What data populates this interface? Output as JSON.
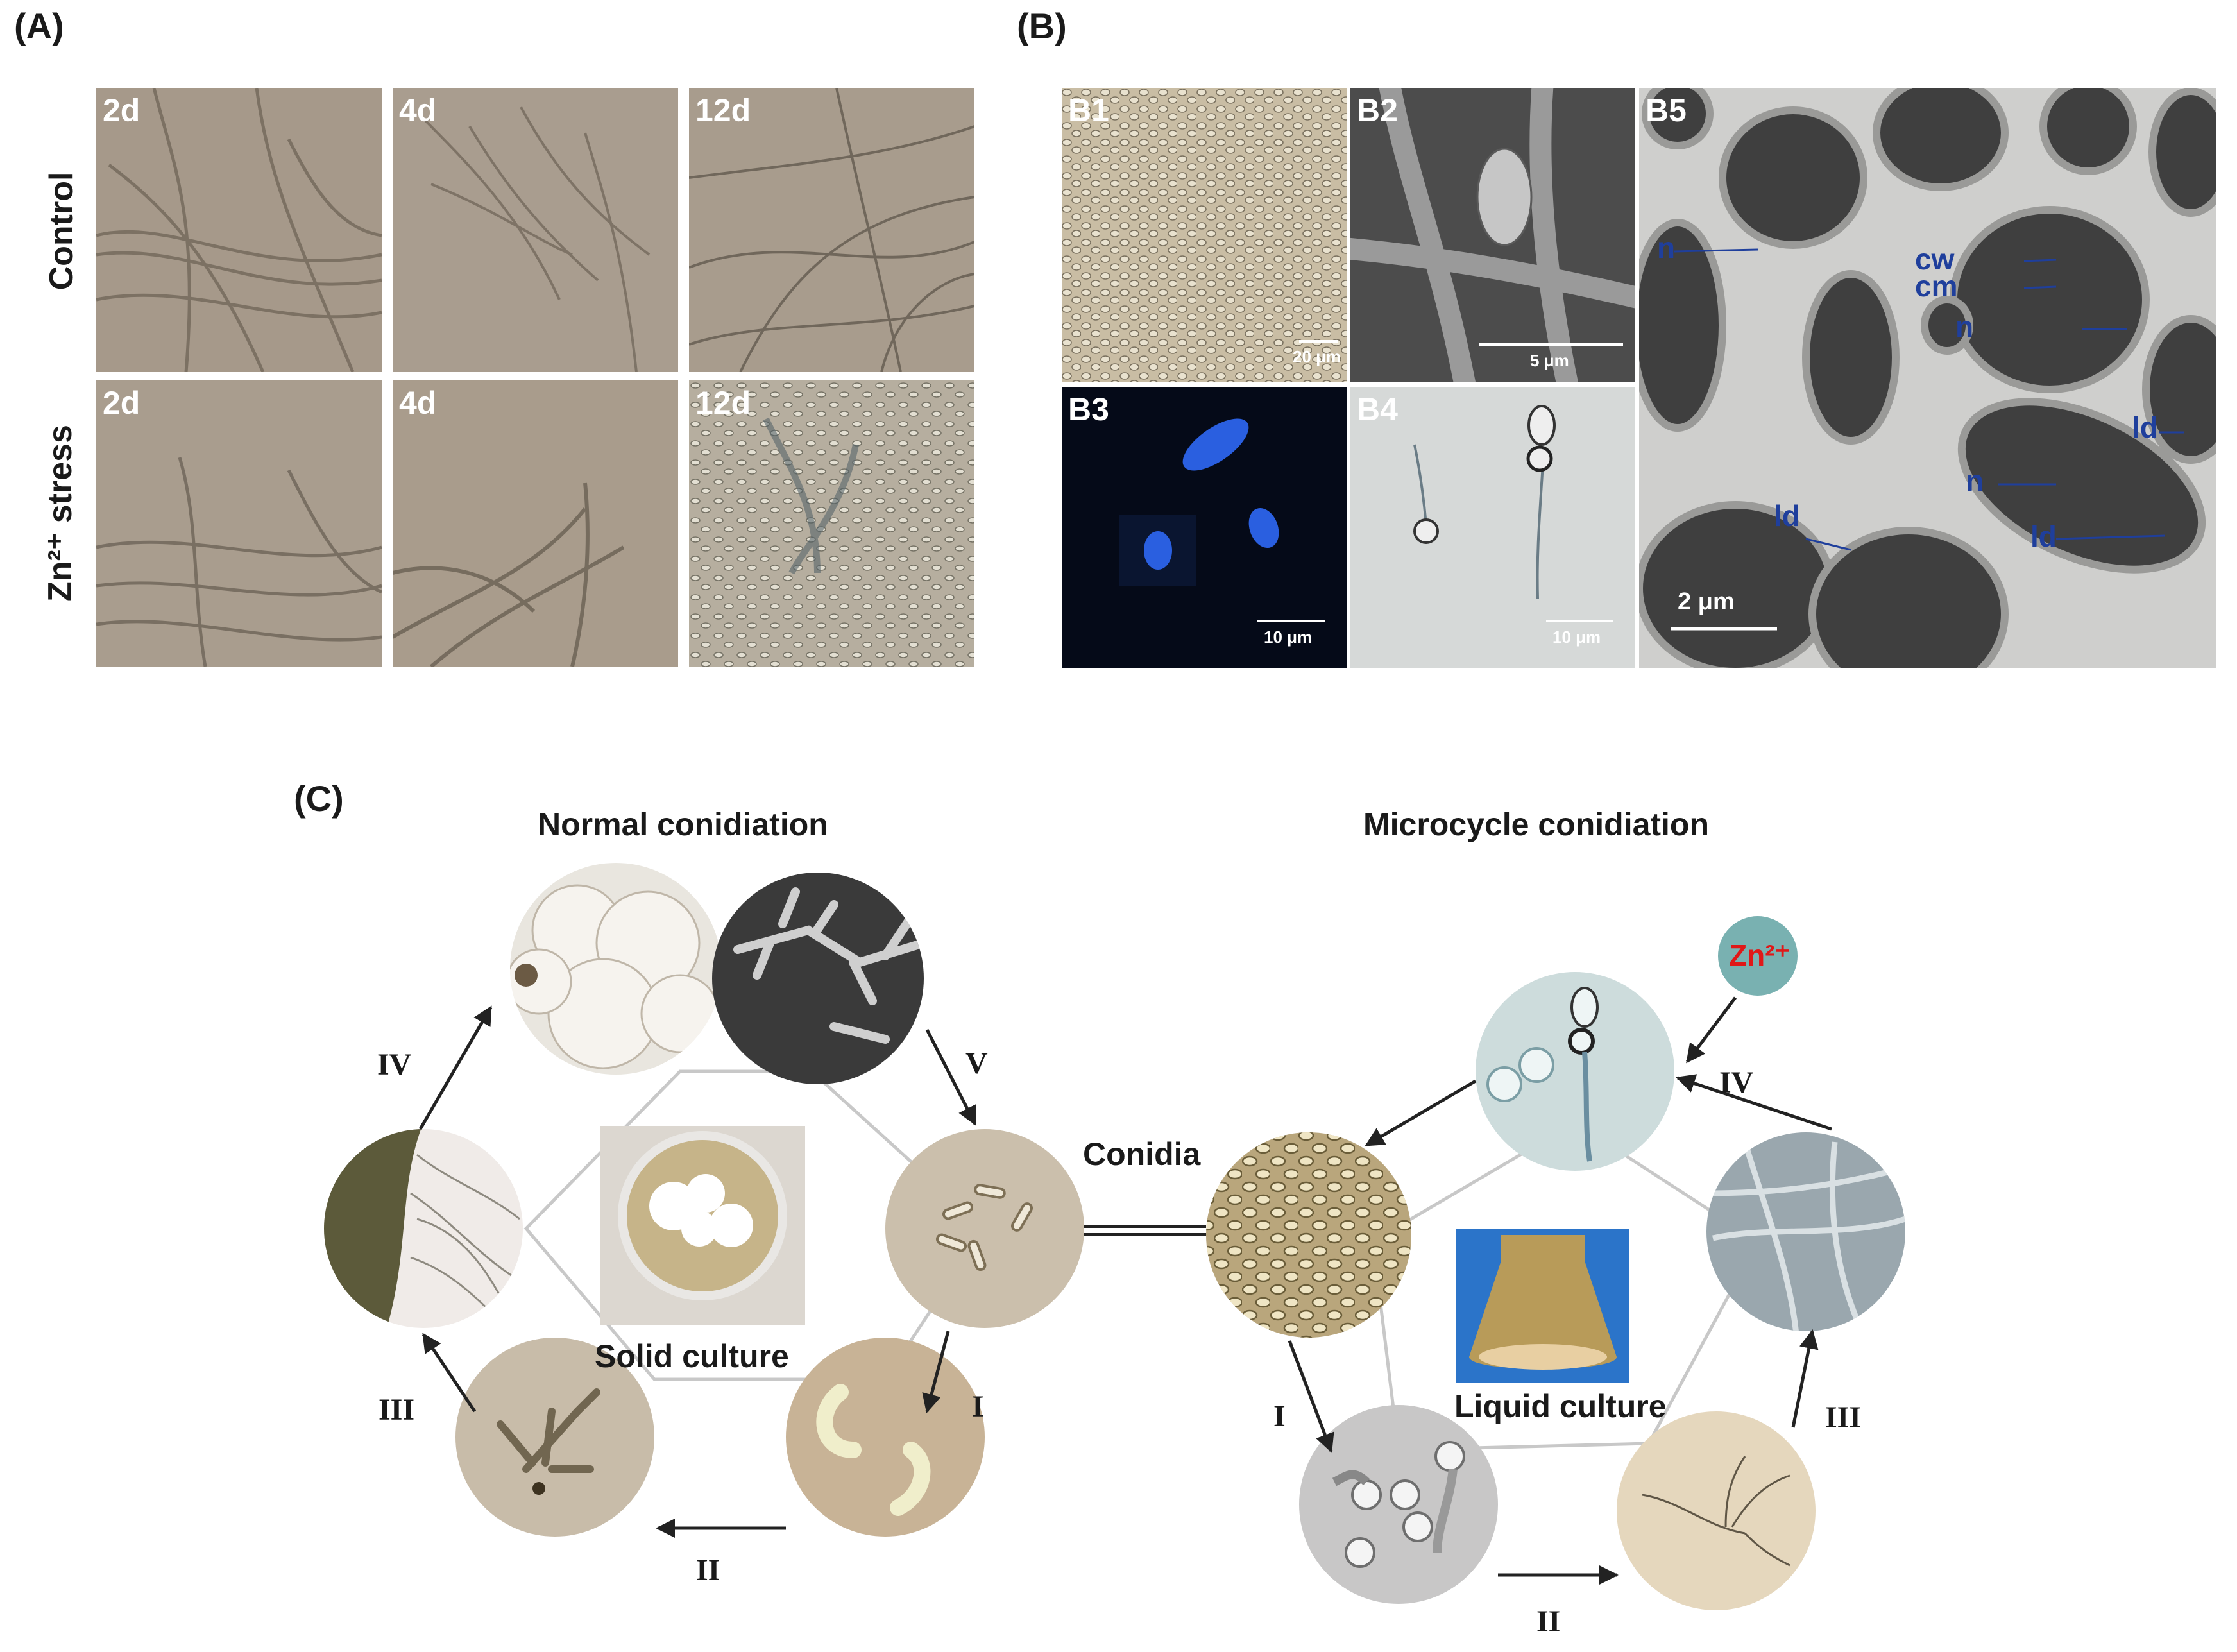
{
  "panels": {
    "A": {
      "label": "(A)",
      "columns": [
        "2d",
        "4d",
        "12d"
      ],
      "rows": [
        "Control",
        "Zn²⁺ stress"
      ]
    },
    "B": {
      "label": "(B)",
      "tiles": {
        "b1": {
          "label": "B1",
          "scale": "20 μm"
        },
        "b2": {
          "label": "B2",
          "scale": "5 μm"
        },
        "b3": {
          "label": "B3",
          "scale": "10 μm"
        },
        "b4": {
          "label": "B4",
          "scale": "10 μm"
        },
        "b5": {
          "label": "B5",
          "scale": "2 μm"
        }
      },
      "annotations": {
        "n": "n",
        "cw": "cw",
        "cm": "cm",
        "ld": "ld"
      }
    },
    "C": {
      "label": "(C)",
      "normal_title": "Normal conidiation",
      "micro_title": "Microcycle conidiation",
      "conidia": "Conidia",
      "solid_culture": "Solid culture",
      "liquid_culture": "Liquid culture",
      "zn_badge": "Zn²⁺",
      "stages": {
        "I": "I",
        "II": "II",
        "III": "III",
        "IV": "IV",
        "V": "V"
      }
    }
  },
  "colors": {
    "annotation": "#1f3f9c",
    "zn_text": "#e01818",
    "zn_badge": "#79b1b1"
  }
}
